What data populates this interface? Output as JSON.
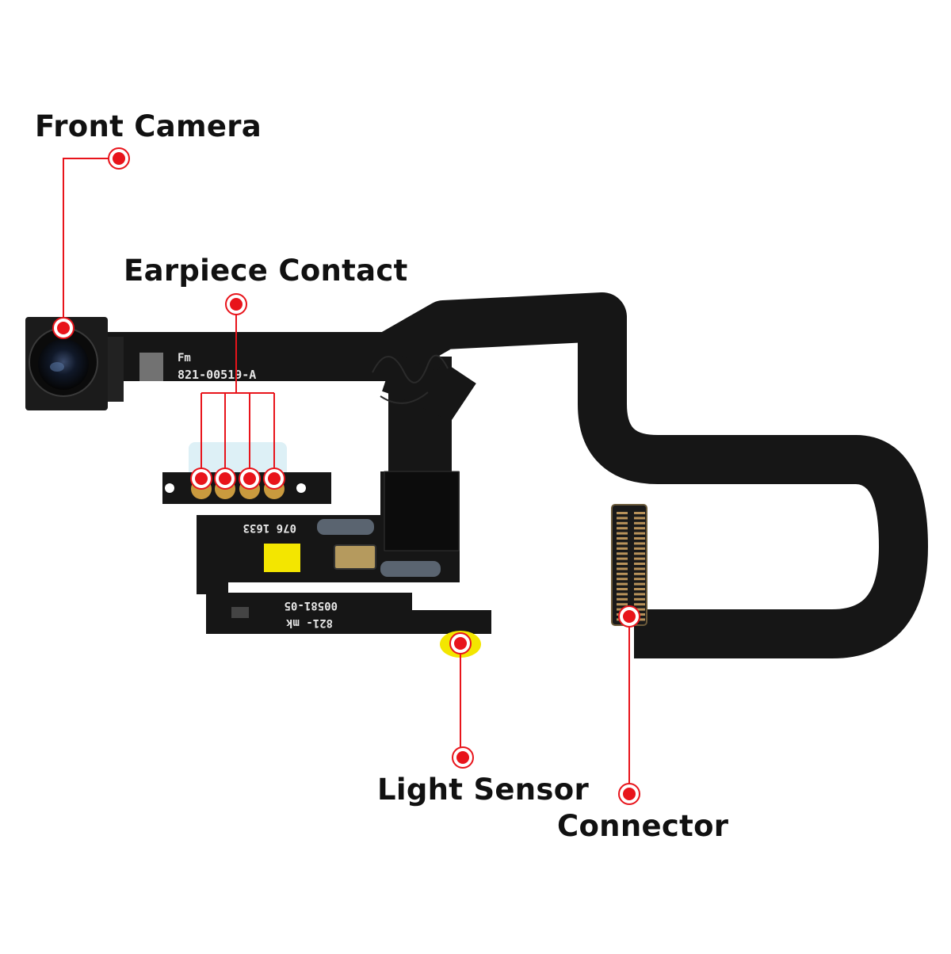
{
  "labels": {
    "front_camera": "Front Camera",
    "earpiece_contact": "Earpiece Contact",
    "light_sensor": "Light Sensor",
    "connector": "Connector"
  },
  "board_print": {
    "top_line1": "Fm",
    "top_line2": "821-00519-A",
    "mid_code": "076 1633",
    "bottom_line1": "00581-05",
    "bottom_line2": "821- mk"
  },
  "colors": {
    "callout_red": "#e8141b",
    "flex_black": "#161616",
    "contact_gold": "#c99a3e",
    "sensor_yellow": "#f3e600"
  }
}
